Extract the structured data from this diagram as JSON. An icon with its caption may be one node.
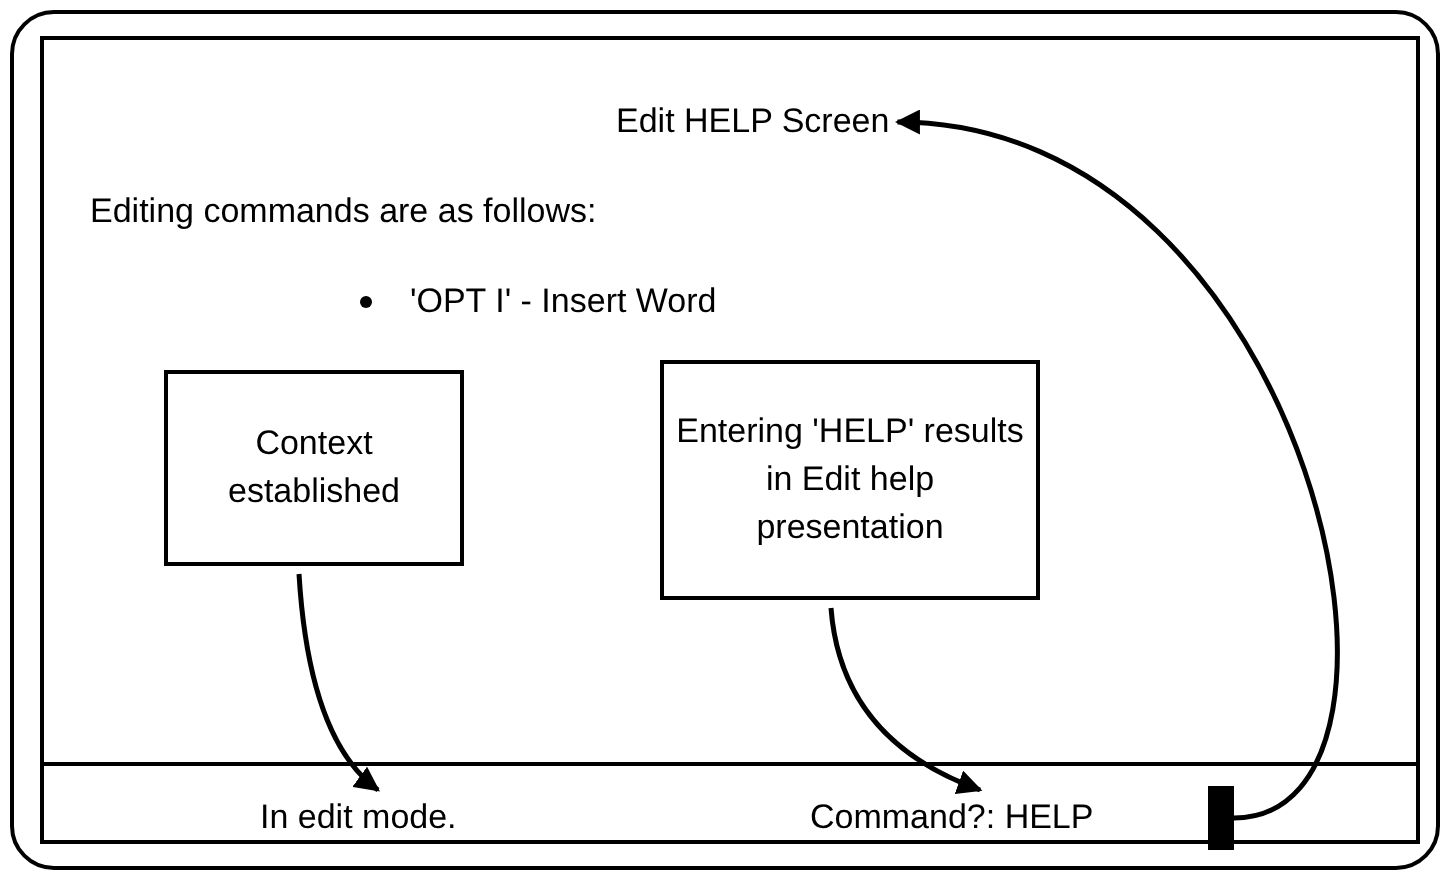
{
  "diagram": {
    "nodes": [
      {
        "text": [
          "Edit HELP Screen"
        ]
      },
      {
        "text": [
          "Context established"
        ]
      },
      {
        "text": [
          "Entering 'HELP' results in Edit help presentation"
        ]
      },
      {
        "text": [
          "In edit mode."
        ]
      },
      {
        "text": [
          "Command?: HELP"
        ]
      },
      {
        "text": [],
        "shape": "bar"
      }
    ],
    "edges": [
      {
        "from": 1,
        "to": 3,
        "arrow": "to"
      },
      {
        "from": 2,
        "to": 4,
        "arrow": "to"
      },
      {
        "from": 5,
        "to": 0,
        "arrow": "to"
      }
    ],
    "labels": [
      "Editing commands are as follows:",
      "'OPT I' - Insert Word"
    ]
  }
}
